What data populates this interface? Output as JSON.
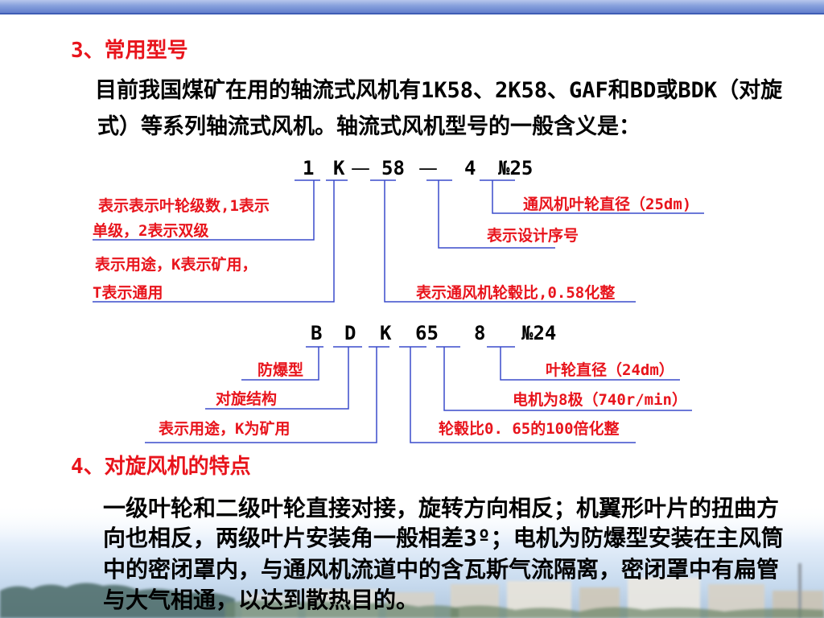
{
  "colors": {
    "heading_red": "#e8141c",
    "label_red": "#e8141c",
    "connector_blue": "#3a4ccc",
    "body_black": "#000000",
    "top_band_blue": "#5b78c9"
  },
  "section3": {
    "heading": "3、常用型号",
    "lines": [
      "目前我国煤矿在用的轴流式风机有1K58、2K58、GAF和BD或BDK（对旋",
      "式）等系列轴流式风机。轴流式风机型号的一般含义是："
    ]
  },
  "model_1k58": {
    "tokens": [
      "1",
      "K",
      "—",
      "58",
      "—",
      "4",
      "№25"
    ],
    "labels": {
      "stage_count": [
        "表示表示叶轮级数,1表示",
        "单级，2表示双级"
      ],
      "usage": [
        "表示用途，K表示矿用，",
        "T表示通用"
      ],
      "hub_ratio": "表示通风机轮毂比,0.58化整",
      "design_number": "表示设计序号",
      "impeller_diameter": "通风机叶轮直径（25dm)"
    }
  },
  "model_bdk65": {
    "tokens": [
      "B",
      "D",
      "K",
      "65",
      "8",
      "№24"
    ],
    "labels": {
      "explosion_proof": "防爆型",
      "counter_rotating": "对旋结构",
      "usage": "表示用途，K为矿用",
      "hub_ratio": "轮毂比0. 65的100倍化整",
      "motor_poles": "电机为8极（740r/min）",
      "impeller_diameter": "叶轮直径（24dm）"
    }
  },
  "section4": {
    "heading": "4、对旋风机的特点",
    "lines": [
      "一级叶轮和二级叶轮直接对接，旋转方向相反；机翼形叶片的扭曲方",
      "向也相反，两级叶片安装角一般相差3º；电机为防爆型安装在主风筒",
      "中的密闭罩内，与通风机流道中的含瓦斯气流隔离，密闭罩中有扁管",
      "与大气相通，以达到散热目的。"
    ]
  }
}
